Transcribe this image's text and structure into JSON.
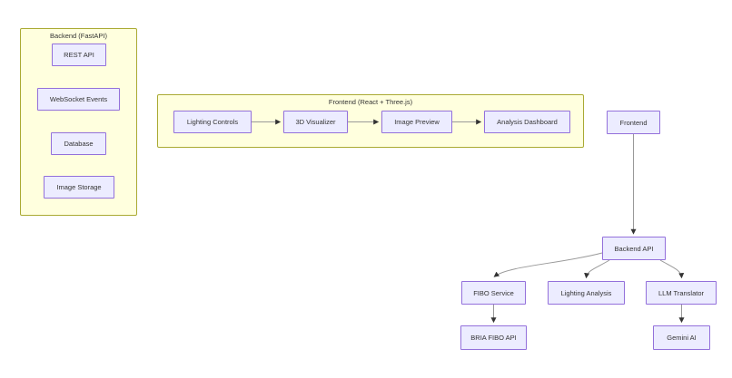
{
  "groups": {
    "backend": {
      "title": "Backend (FastAPI)"
    },
    "frontend": {
      "title": "Frontend (React + Three.js)"
    }
  },
  "nodes": {
    "rest_api": "REST API",
    "websocket_events": "WebSocket Events",
    "database": "Database",
    "image_storage": "Image Storage",
    "lighting_controls": "Lighting Controls",
    "visualizer_3d": "3D Visualizer",
    "image_preview": "Image Preview",
    "analysis_dashboard": "Analysis Dashboard",
    "frontend": "Frontend",
    "backend_api": "Backend API",
    "fibo_service": "FIBO Service",
    "lighting_analysis": "Lighting Analysis",
    "llm_translator": "LLM Translator",
    "bria_fibo_api": "BRIA FIBO API",
    "gemini_ai": "Gemini AI"
  },
  "edges": [
    {
      "from": "Lighting Controls",
      "to": "3D Visualizer"
    },
    {
      "from": "3D Visualizer",
      "to": "Image Preview"
    },
    {
      "from": "Image Preview",
      "to": "Analysis Dashboard"
    },
    {
      "from": "Frontend",
      "to": "Backend API"
    },
    {
      "from": "Backend API",
      "to": "FIBO Service"
    },
    {
      "from": "Backend API",
      "to": "Lighting Analysis"
    },
    {
      "from": "Backend API",
      "to": "LLM Translator"
    },
    {
      "from": "FIBO Service",
      "to": "BRIA FIBO API"
    },
    {
      "from": "LLM Translator",
      "to": "Gemini AI"
    }
  ],
  "colors": {
    "node_fill": "#ECECFF",
    "node_border": "#9370DB",
    "group_fill": "#FFFFDE",
    "group_border": "#AAAA33",
    "edge_line": "#999999",
    "arrowhead": "#333333",
    "text": "#333333",
    "background": "#FFFFFF"
  }
}
